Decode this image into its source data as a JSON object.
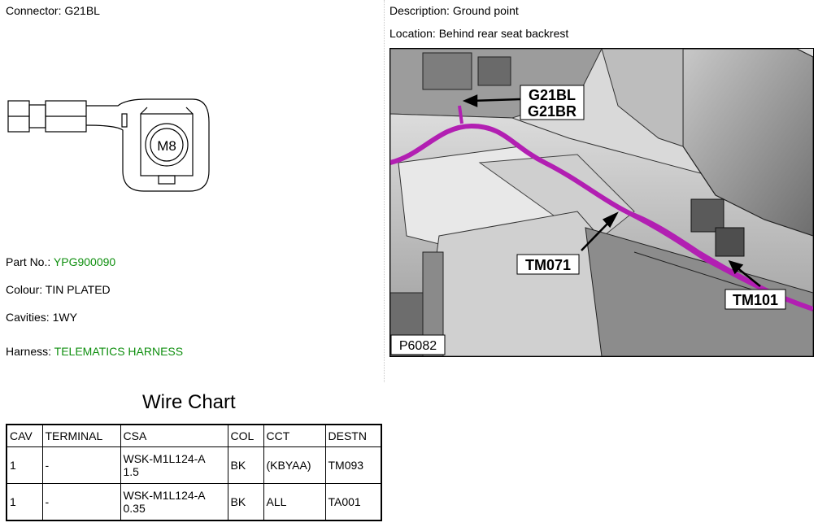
{
  "connector": {
    "label": "Connector:",
    "value": "G21BL"
  },
  "description": {
    "label": "Description:",
    "value": "Ground point"
  },
  "location": {
    "label": "Location:",
    "value": "Behind rear seat backrest"
  },
  "diagram": {
    "stud_label": "M8"
  },
  "part": {
    "part_no_label": "Part No.:",
    "part_no": "YPG900090",
    "colour_label": "Colour:",
    "colour": "TIN PLATED",
    "cavities_label": "Cavities:",
    "cavities": "1WY",
    "harness_label": "Harness:",
    "harness": "TELEMATICS HARNESS"
  },
  "photo": {
    "ref": "P6082",
    "callouts": [
      "G21BL",
      "G21BR",
      "TM071",
      "TM101"
    ],
    "wire_color": "#b21fb2"
  },
  "wire_chart": {
    "title": "Wire Chart",
    "columns": [
      "CAV",
      "TERMINAL",
      "CSA",
      "COL",
      "CCT",
      "DESTN"
    ],
    "rows": [
      {
        "cav": "1",
        "terminal": "-",
        "csa_line1": "WSK-M1L124-A",
        "csa_line2": "1.5",
        "col": "BK",
        "cct": "(KBYAA)",
        "destn": "TM093"
      },
      {
        "cav": "1",
        "terminal": "-",
        "csa_line1": "WSK-M1L124-A",
        "csa_line2": "0.35",
        "col": "BK",
        "cct": "ALL",
        "destn": "TA001"
      }
    ]
  }
}
